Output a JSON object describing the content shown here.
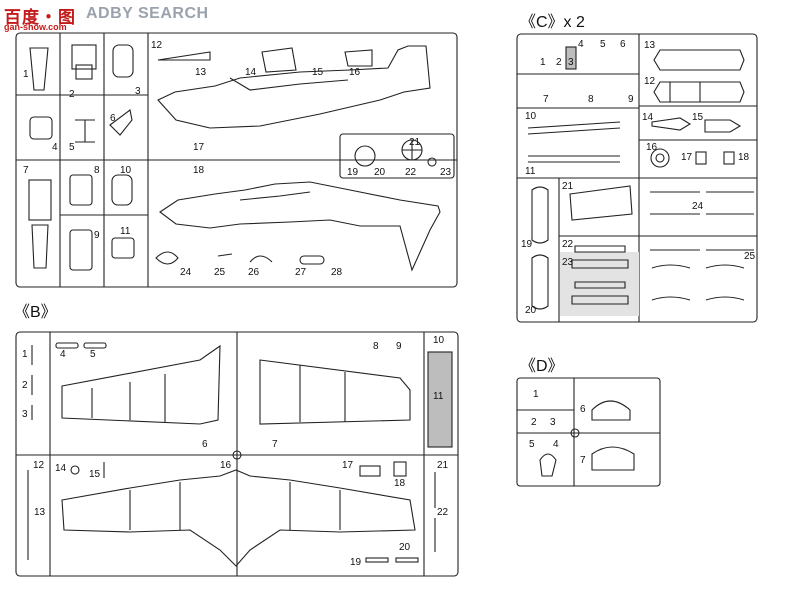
{
  "watermark": {
    "brand": "百度・图",
    "search": "ADBY SEARCH",
    "url": "gan-show.com"
  },
  "sheet_a": {
    "numbers": [
      "1",
      "2",
      "3",
      "4",
      "5",
      "6",
      "7",
      "8",
      "9",
      "10",
      "11",
      "12",
      "13",
      "14",
      "15",
      "16",
      "17",
      "18",
      "19",
      "20",
      "21",
      "22",
      "23",
      "24",
      "25",
      "26",
      "27",
      "28"
    ]
  },
  "sheet_b": {
    "label": "《B》",
    "numbers": [
      "1",
      "2",
      "3",
      "4",
      "5",
      "6",
      "7",
      "8",
      "9",
      "10",
      "11",
      "12",
      "13",
      "14",
      "15",
      "16",
      "17",
      "18",
      "19",
      "20",
      "21",
      "22"
    ]
  },
  "sheet_c": {
    "label": "《C》x 2",
    "numbers": [
      "1",
      "2",
      "3",
      "4",
      "5",
      "6",
      "7",
      "8",
      "9",
      "10",
      "11",
      "12",
      "13",
      "14",
      "15",
      "16",
      "17",
      "18",
      "19",
      "20",
      "21",
      "22",
      "23",
      "24",
      "25"
    ]
  },
  "sheet_d": {
    "label": "《D》",
    "numbers": [
      "1",
      "2",
      "3",
      "4",
      "5",
      "6",
      "7"
    ]
  }
}
